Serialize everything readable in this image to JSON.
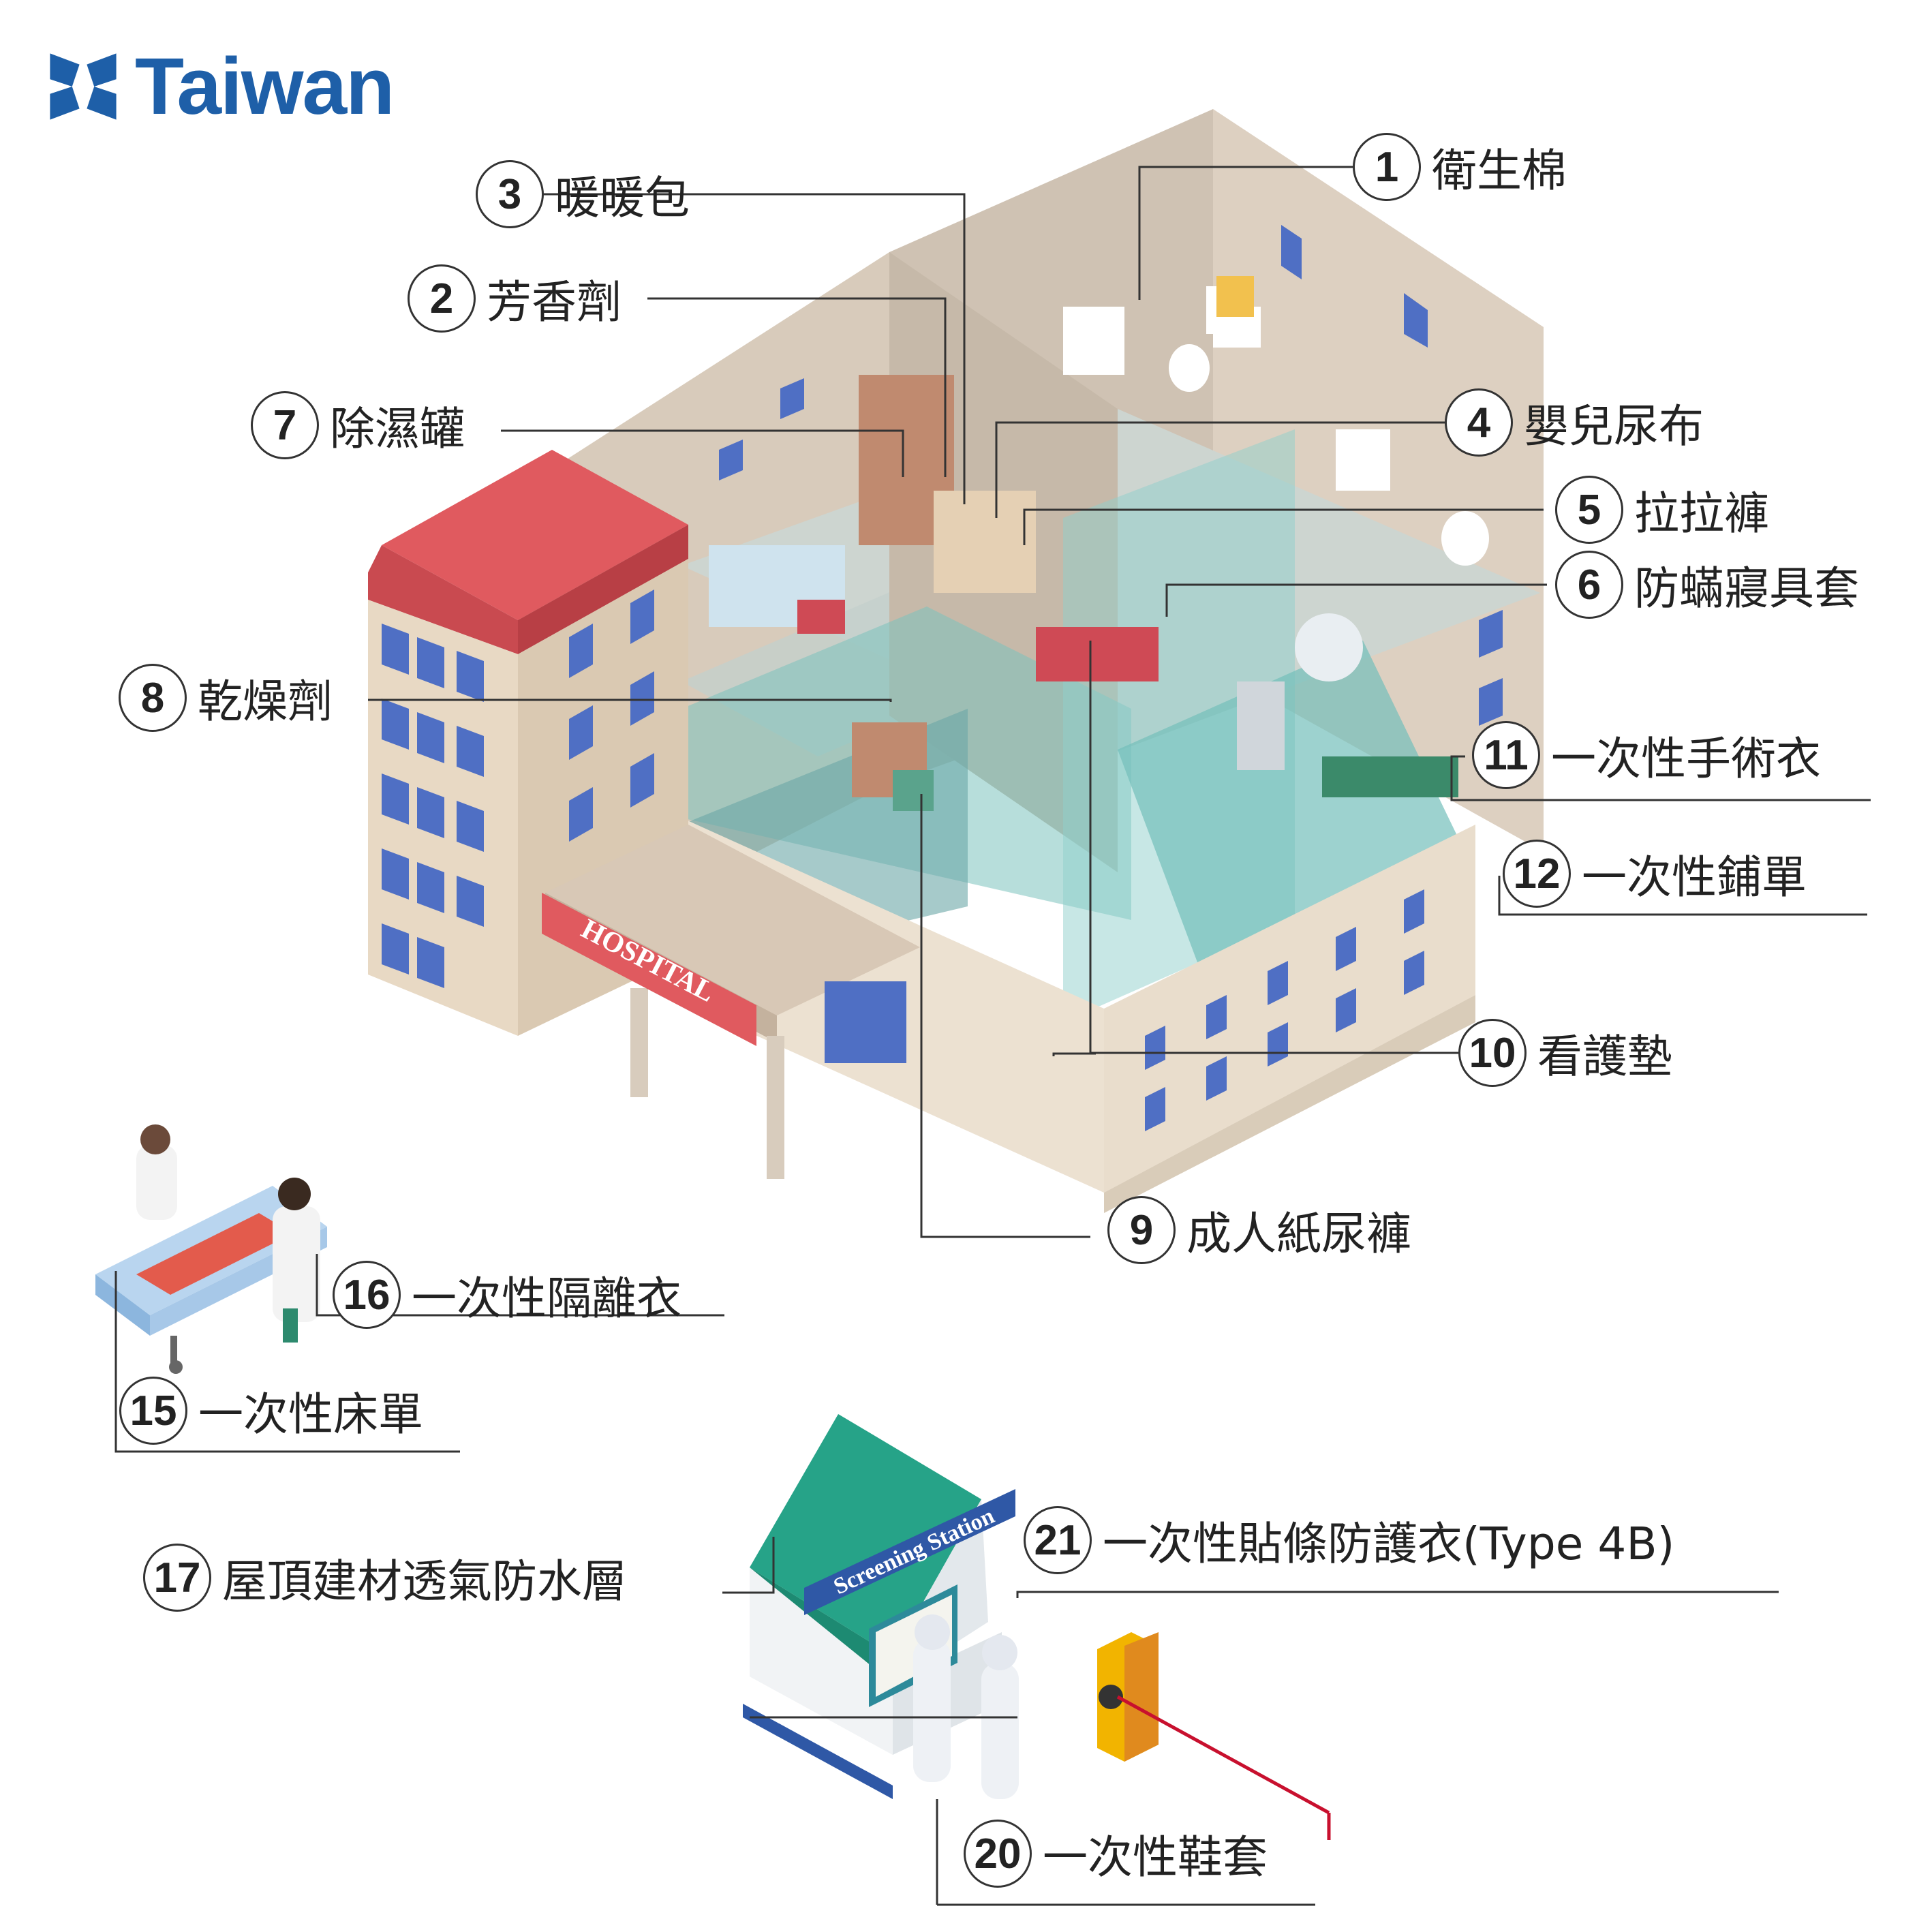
{
  "brand": {
    "logo_text": "Taiwan",
    "color": "#1e5fa8"
  },
  "signs": {
    "hospital": "HOSPITAL",
    "screening": "Screening Station"
  },
  "callouts": [
    {
      "num": "1",
      "label": "衛生棉"
    },
    {
      "num": "2",
      "label": "芳香劑"
    },
    {
      "num": "3",
      "label": "暖暖包"
    },
    {
      "num": "4",
      "label": "嬰兒尿布"
    },
    {
      "num": "5",
      "label": "拉拉褲"
    },
    {
      "num": "6",
      "label": "防蟎寢具套"
    },
    {
      "num": "7",
      "label": "除濕罐"
    },
    {
      "num": "8",
      "label": "乾燥劑"
    },
    {
      "num": "9",
      "label": "成人紙尿褲"
    },
    {
      "num": "10",
      "label": "看護墊"
    },
    {
      "num": "11",
      "label": "一次性手術衣"
    },
    {
      "num": "12",
      "label": "一次性鋪單"
    },
    {
      "num": "15",
      "label": "一次性床單"
    },
    {
      "num": "16",
      "label": "一次性隔離衣"
    },
    {
      "num": "17",
      "label": "屋頂建材透氣防水層"
    },
    {
      "num": "20",
      "label": "一次性鞋套"
    },
    {
      "num": "21",
      "label": "一次性貼條防護衣(Type 4B)"
    }
  ],
  "colors": {
    "roof_red": "#e05a5f",
    "wall_beige": "#ede0cf",
    "window_blue": "#4f6fc4",
    "glass_teal": "#7cc2bd",
    "screening_green": "#26a388",
    "sign_navy": "#2f58a6",
    "laser_red": "#c8102e",
    "post_yellow": "#f2b400"
  }
}
